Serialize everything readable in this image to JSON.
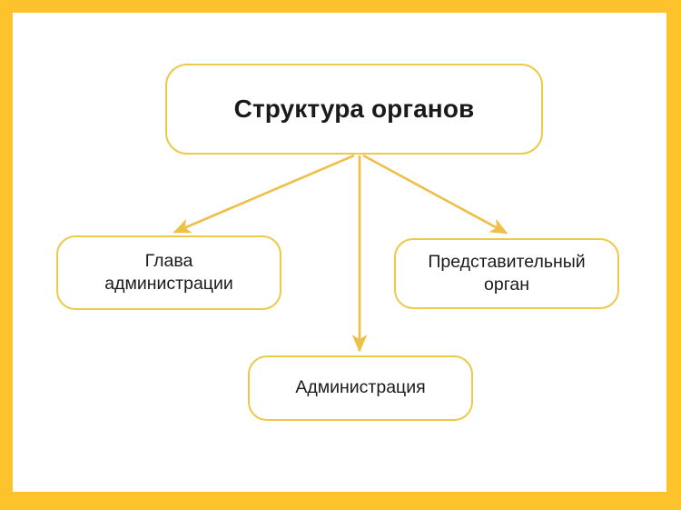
{
  "diagram": {
    "title": "Структура органов",
    "type": "organizational-tree",
    "colors": {
      "frame": "#FCC32C",
      "canvas": "#FFFFFF",
      "node_border": "#EDC94A",
      "node_fill": "#FFFFFF",
      "connector": "#EDC049",
      "text": "#1A1A1A"
    },
    "nodes": [
      {
        "id": "root",
        "label": "Структура органов",
        "role": "root",
        "emphasis": "bold"
      },
      {
        "id": "head",
        "label": "Глава\nадминистрации",
        "role": "child",
        "emphasis": "normal"
      },
      {
        "id": "admin",
        "label": "Администрация",
        "role": "child",
        "emphasis": "normal"
      },
      {
        "id": "rep",
        "label": "Представительный\nорган",
        "role": "child",
        "emphasis": "normal"
      }
    ],
    "edges": [
      {
        "id": "edge-root-head",
        "from": "root",
        "to": "head",
        "direction": "down-left",
        "arrowhead": true
      },
      {
        "id": "edge-root-admin",
        "from": "root",
        "to": "admin",
        "direction": "down",
        "arrowhead": true
      },
      {
        "id": "edge-root-rep",
        "from": "root",
        "to": "rep",
        "direction": "down-right",
        "arrowhead": true
      }
    ]
  }
}
